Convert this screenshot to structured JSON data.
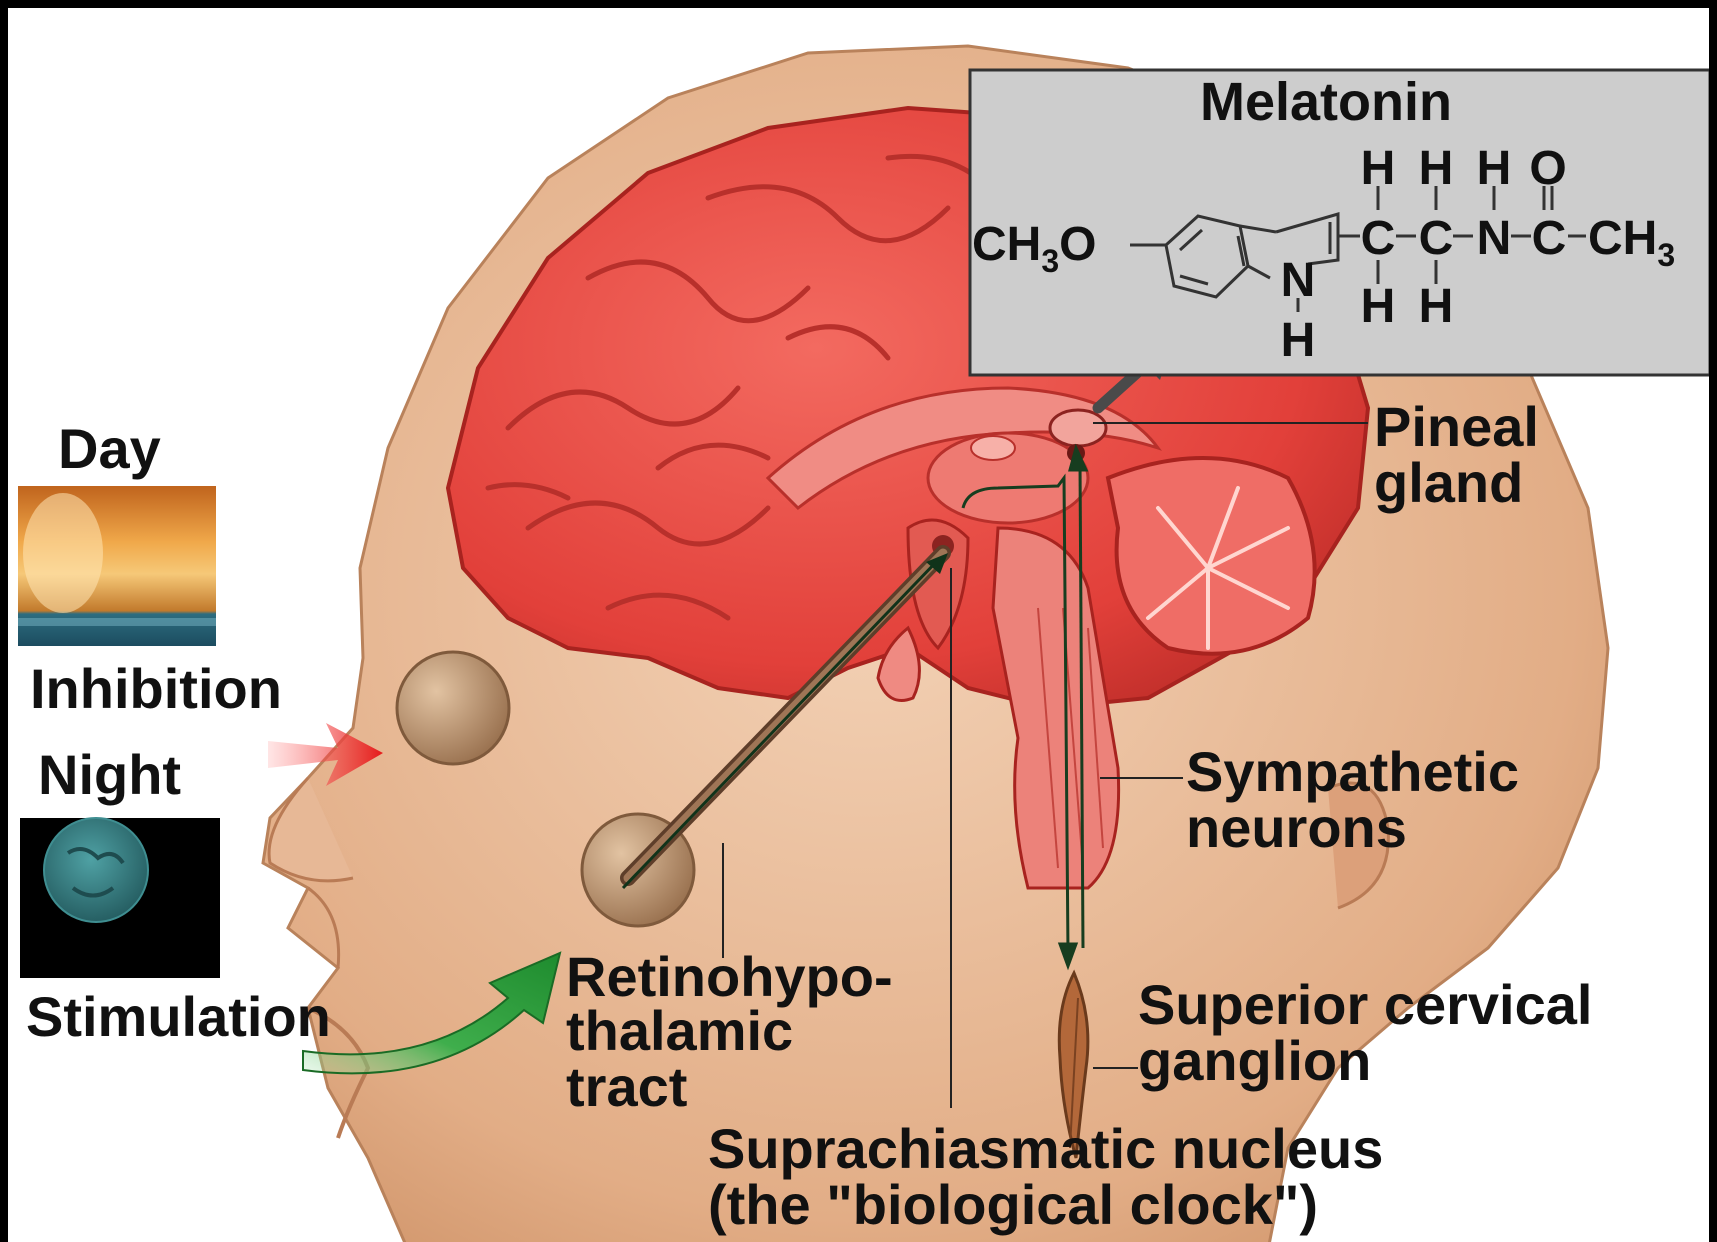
{
  "labels": {
    "day": "Day",
    "inhibition": "Inhibition",
    "night": "Night",
    "stimulation": "Stimulation",
    "retinohypothalamic_line1": "Retinohypo-",
    "retinohypothalamic_line2": "thalamic",
    "retinohypothalamic_line3": "tract",
    "scn_line1": "Suprachiasmatic nucleus",
    "scn_line2": "(the \"biological clock\")",
    "pineal_line1": "Pineal",
    "pineal_line2": "gland",
    "sympathetic_line1": "Sympathetic",
    "sympathetic_line2": "neurons",
    "scg_line1": "Superior cervical",
    "scg_line2": "ganglion"
  },
  "melatonin": {
    "title": "Melatonin",
    "methoxy": "CH",
    "methoxy_sub": "3",
    "methoxy_o": "O",
    "ring_n": "N",
    "ring_h": "H",
    "top_h1": "H",
    "top_h2": "H",
    "top_h3": "H",
    "top_o": "O",
    "c1": "C",
    "c2": "C",
    "n_amide": "N",
    "c3": "C",
    "terminal_ch": "CH",
    "terminal_sub": "3",
    "bottom_h1": "H",
    "bottom_h2": "H"
  },
  "colors": {
    "brain": "#e8453f",
    "skin": "#e2ad86",
    "inhibition_arrow": "#e51a1a",
    "stimulation_arrow": "#2b9a3a",
    "formula_box": "#cfcfcf"
  }
}
